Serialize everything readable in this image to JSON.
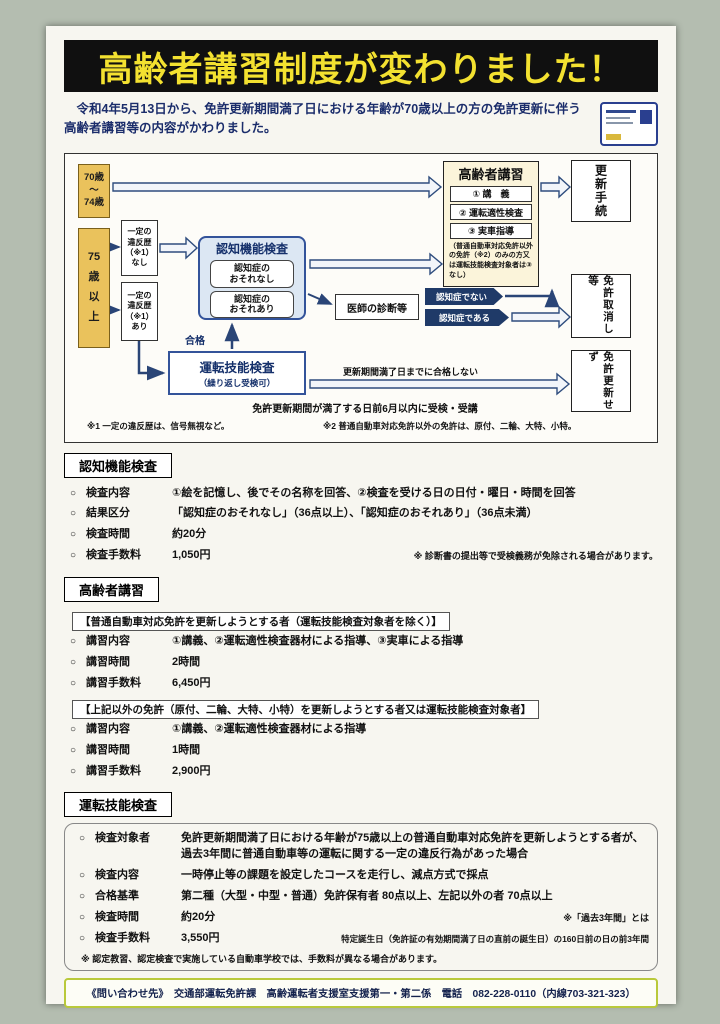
{
  "colors": {
    "banner_bg": "#101010",
    "banner_text": "#f3e130",
    "heading_navy": "#1b2d6b",
    "box_blue": "#33539a",
    "age_box_yellow": "#eac25c",
    "navy_banner_bg": "#1f3a68",
    "contact_border": "#b9c93b"
  },
  "ui": {
    "bullet": "○"
  },
  "banner": {
    "title": "高齢者講習制度が変わりました！"
  },
  "intro": {
    "text": "令和4年5月13日から、免許更新期間満了日における年齢が70歳以上の方の免許更新に伴う高齢者講習等の内容がかわりました。"
  },
  "flowchart": {
    "age_70_74": "70歳\n～\n74歳",
    "age_75_plus": "75\n歳\n以\n上",
    "violation_none": "一定の\n違反歴\n（※1）\nなし",
    "violation_some": "一定の\n違反歴\n（※1）\nあり",
    "cognitive_title": "認知機能検査",
    "result_no_risk": "認知症の\nおそれなし",
    "result_risk": "認知症の\nおそれあり",
    "doctor": "医師の診断等",
    "not_dementia": "認知症でない",
    "dementia": "認知症である",
    "training_title": "高齢者講習",
    "training_items": [
      "① 講　義",
      "② 運転適性検査",
      "③ 実車指導"
    ],
    "training_note": "（普通自動車対応免許以外の免許（※2）のみの方又は運転技能検査対象者は③なし）",
    "renewal": "更新手続",
    "revocation": "免許取消し等",
    "no_renewal": "免許更新せず",
    "skill_title": "運転技能検査",
    "skill_sub": "（繰り返し受検可）",
    "pass_label": "合格",
    "fail_label": "更新期間満了日までに合格しない",
    "deadline_note": "免許更新期間が満了する日前6月以内に受検・受講",
    "footnote1": "※1 一定の違反歴は、信号無視など。",
    "footnote2": "※2 普通自動車対応免許以外の免許は、原付、二輪、大特、小特。"
  },
  "section_cognitive": {
    "title": "認知機能検査",
    "rows": [
      {
        "label": "検査内容",
        "value": "①絵を記憶し、後でその名称を回答、②検査を受ける日の日付・曜日・時間を回答"
      },
      {
        "label": "結果区分",
        "value": "「認知症のおそれなし」（36点以上）、「認知症のおそれあり」（36点未満）"
      },
      {
        "label": "検査時間",
        "value": "約20分"
      },
      {
        "label": "検査手数料",
        "value": "1,050円"
      }
    ],
    "note": "※ 診断書の提出等で受検義務が免除される場合があります。"
  },
  "section_training": {
    "title": "高齢者講習",
    "group1_header": "【普通自動車対応免許を更新しようとする者（運転技能検査対象者を除く）】",
    "group1_rows": [
      {
        "label": "講習内容",
        "value": "①講義、②運転適性検査器材による指導、③実車による指導"
      },
      {
        "label": "講習時間",
        "value": "2時間"
      },
      {
        "label": "講習手数料",
        "value": "6,450円"
      }
    ],
    "group2_header": "【上記以外の免許（原付、二輪、大特、小特）を更新しようとする者又は運転技能検査対象者】",
    "group2_rows": [
      {
        "label": "講習内容",
        "value": "①講義、②運転適性検査器材による指導"
      },
      {
        "label": "講習時間",
        "value": "1時間"
      },
      {
        "label": "講習手数料",
        "value": "2,900円"
      }
    ]
  },
  "section_skill": {
    "title": "運転技能検査",
    "rows": [
      {
        "label": "検査対象者",
        "value": "免許更新期間満了日における年齢が75歳以上の普通自動車対応免許を更新しようとする者が、過去3年間に普通自動車等の運転に関する一定の違反行為があった場合"
      },
      {
        "label": "検査内容",
        "value": "一時停止等の課題を設定したコースを走行し、減点方式で採点"
      },
      {
        "label": "合格基準",
        "value": "第二種（大型・中型・普通）免許保有者 80点以上、左記以外の者 70点以上"
      },
      {
        "label": "検査時間",
        "value": "約20分",
        "note": "※「過去3年間」とは"
      },
      {
        "label": "検査手数料",
        "value": "3,550円",
        "note": "特定誕生日（免許証の有効期間満了日の直前の誕生日）の160日前の日の前3年間"
      }
    ],
    "footnote": "※ 認定教習、認定検査で実施している自動車学校では、手数料が異なる場合があります。"
  },
  "contact": {
    "text": "《問い合わせ先》　交通部運転免許課　高齢運転者支援室支援第一・第二係　電話　082-228-0110（内線703-321-323）"
  }
}
